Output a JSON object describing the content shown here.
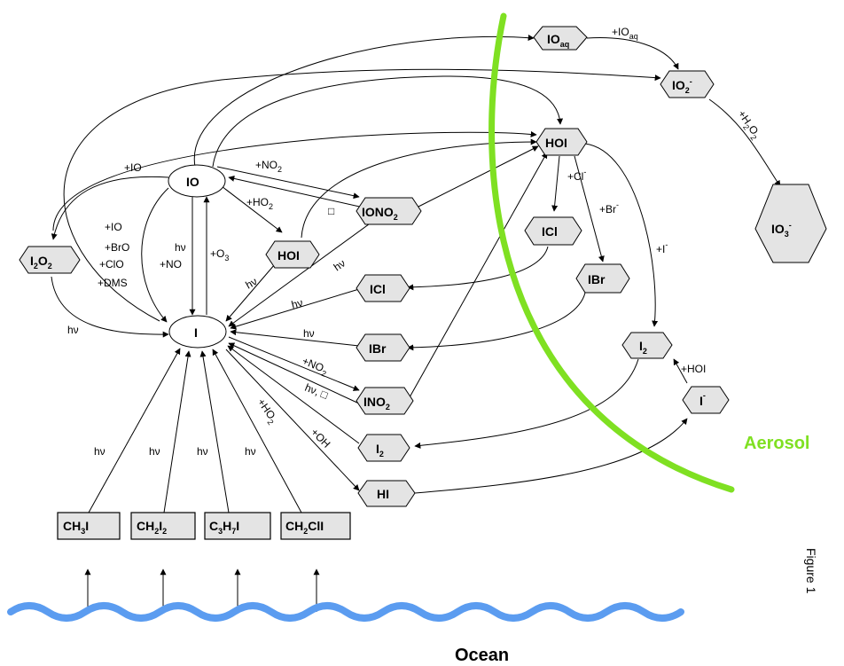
{
  "colors": {
    "node_fill": "#e4e4e4",
    "aerosol_boundary": "#7fe022",
    "ocean": "#5b9cf0",
    "ink": "#000000"
  },
  "species": {
    "io_aq": {
      "main": "IO",
      "sub": "aq",
      "sup": ""
    },
    "io2m": {
      "main": "IO",
      "sub": "2",
      "sup": "-"
    },
    "io3m": {
      "main": "IO",
      "sub": "3",
      "sup": "-"
    },
    "hoi_aer": {
      "main": "HOI",
      "sub": "",
      "sup": ""
    },
    "icl_aer": {
      "main": "ICl",
      "sub": "",
      "sup": ""
    },
    "ibr_aer": {
      "main": "IBr",
      "sub": "",
      "sup": ""
    },
    "i2_aer": {
      "main": "I",
      "sub": "2",
      "sup": ""
    },
    "im_aer": {
      "main": "I",
      "sub": "",
      "sup": "-"
    },
    "io": {
      "main": "IO",
      "sub": "",
      "sup": ""
    },
    "i": {
      "main": "I",
      "sub": "",
      "sup": ""
    },
    "i2o2": {
      "main": "I",
      "sub": "2",
      "main2": "O",
      "sub2": "2"
    },
    "hoi": {
      "main": "HOI",
      "sub": "",
      "sup": ""
    },
    "iono2": {
      "main": "IONO",
      "sub": "2",
      "sup": ""
    },
    "icl": {
      "main": "ICl",
      "sub": "",
      "sup": ""
    },
    "ibr": {
      "main": "IBr",
      "sub": "",
      "sup": ""
    },
    "ino2": {
      "main": "INO",
      "sub": "2",
      "sup": ""
    },
    "i2": {
      "main": "I",
      "sub": "2",
      "sup": ""
    },
    "hi": {
      "main": "HI",
      "sub": "",
      "sup": ""
    }
  },
  "sources": {
    "ch3i": {
      "p1": "CH",
      "s1": "3",
      "p2": "I",
      "s2": "",
      "p3": ""
    },
    "ch2i2": {
      "p1": "CH",
      "s1": "2",
      "p2": "I",
      "s2": "2",
      "p3": ""
    },
    "c3h7i": {
      "p1": "C",
      "s1": "3",
      "p2": "H",
      "s2": "7",
      "p3": "I"
    },
    "ch2cli": {
      "p1": "CH",
      "s1": "2",
      "p2": "ClI",
      "s2": "",
      "p3": ""
    }
  },
  "labels": {
    "plus_io_aq": {
      "main": "+IO",
      "sub": "aq"
    },
    "plus_h2o2": {
      "a": "+H",
      "s1": "2",
      "b": "O",
      "s2": "2"
    },
    "plus_io": "+IO",
    "plus_no2_io": {
      "main": "+NO",
      "sub": "2"
    },
    "plus_ho2_io": {
      "main": "+HO",
      "sub": "2"
    },
    "hv_iono2": "hν",
    "iono2_small": "□",
    "plus_cl": {
      "main": "+Cl",
      "sup": "-"
    },
    "plus_br": {
      "main": "+Br",
      "sup": "-"
    },
    "plus_im": {
      "main": "+I",
      "sup": "-"
    },
    "plus_hoi": "+HOI",
    "io_reactants": [
      "+IO",
      "+BrO",
      "+ClO",
      "+DMS"
    ],
    "hv": "hν",
    "plus_no": "+NO",
    "plus_o3": {
      "main": "+O",
      "sub": "3"
    },
    "hv_hoi": "hν",
    "hv_icl": "hν",
    "hv_ibr": "hν",
    "plus_no2_ino2": {
      "main": "+NO",
      "sub": "2"
    },
    "hv_ino2": "hν, □",
    "plus_ho2_rot": {
      "main": "+HO",
      "sub": "2"
    },
    "plus_oh": "+OH",
    "hv_i2o2": "hν",
    "hv_src": [
      "hν",
      "hν",
      "hν",
      "hν"
    ]
  },
  "regions": {
    "aerosol": "Aerosol",
    "ocean": "Ocean"
  },
  "figure_label": "Figure 1"
}
